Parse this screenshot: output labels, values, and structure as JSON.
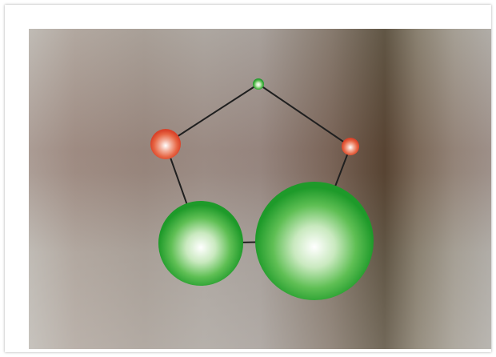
{
  "diagram": {
    "type": "graph",
    "nodes": [
      {
        "id": "n1",
        "kind": "small",
        "color": "green"
      },
      {
        "id": "n2",
        "kind": "small",
        "color": "red"
      },
      {
        "id": "n3",
        "kind": "small",
        "color": "red"
      },
      {
        "id": "n4",
        "kind": "large",
        "color": "green"
      },
      {
        "id": "n5",
        "kind": "large",
        "color": "green"
      }
    ],
    "edges": [
      [
        "n1",
        "n2"
      ],
      [
        "n1",
        "n3"
      ],
      [
        "n2",
        "n4"
      ],
      [
        "n3",
        "n5"
      ],
      [
        "n4",
        "n5"
      ]
    ],
    "colors": {
      "edge": "#1f1f1f",
      "green_center": "#ffffff",
      "green_edge": "#1e9a2a",
      "red_center": "#ffffff",
      "red_edge": "#e0492b"
    }
  }
}
